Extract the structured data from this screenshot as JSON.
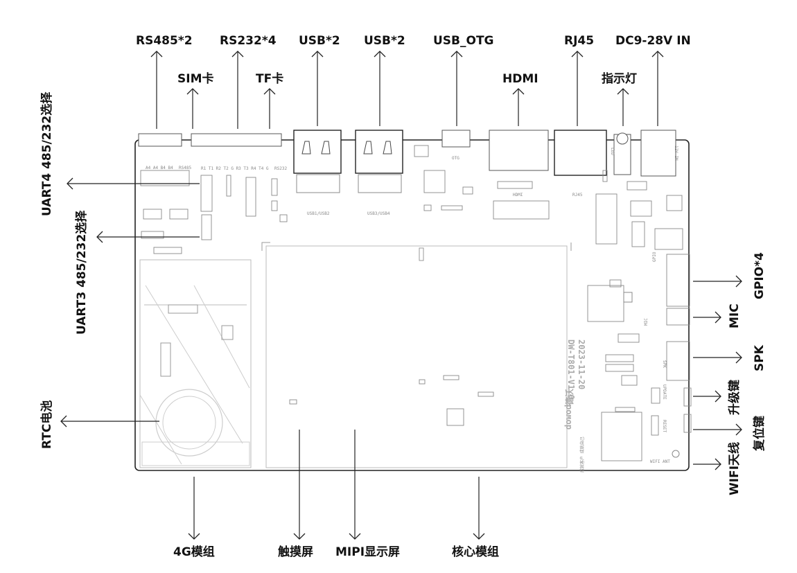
{
  "labels": {
    "top": {
      "rs485": "RS485*2",
      "rs232": "RS232*4",
      "usb_a": "USB*2",
      "usb_b": "USB*2",
      "usb_otg": "USB_OTG",
      "rj45": "RJ45",
      "dc_in": "DC9-28V IN"
    },
    "top_inner": {
      "sim": "SIM卡",
      "tf": "TF卡",
      "hdmi": "HDMI",
      "led": "指示灯"
    },
    "left": {
      "uart4": "UART4 485/232选择",
      "uart3": "UART3 485/232选择",
      "rtc": "RTC电池"
    },
    "right": {
      "gpio": "GPIO*4",
      "mic": "MIC",
      "spk": "SPK",
      "upgrade": "升级键",
      "reset": "复位键",
      "wifi": "WIFI天线"
    },
    "bottom": {
      "module_4g": "4G模组",
      "touch": "触摸屏",
      "mipi": "MIPI显示屏",
      "core": "核心模组"
    }
  },
  "silkscreen": {
    "model": "DW-T801-V1.0",
    "date": "2023-11-20",
    "brand": "dowod",
    "brand_cn": "德沃",
    "brand_sub": "成就客户 成就自己",
    "rs485": "RS485",
    "rs232": "RS232",
    "usb12": "USB1/USB2",
    "usb34": "USB3/USB4",
    "otg": "OTG",
    "hdmi": "HDMI",
    "rj45": "RJ45",
    "led": "LED",
    "dc": "12V IN",
    "wifi_ant": "WIFI ANT",
    "mic": "MIC",
    "spk": "SPK",
    "gpio": "GPIO",
    "upgrade": "UPDATE",
    "reset": "RESET",
    "rs485_pins": "A4 A4 B4 B4",
    "rs232_pins": "R1 T1 R2 T2 G R3 T3 R4 T4 G"
  }
}
